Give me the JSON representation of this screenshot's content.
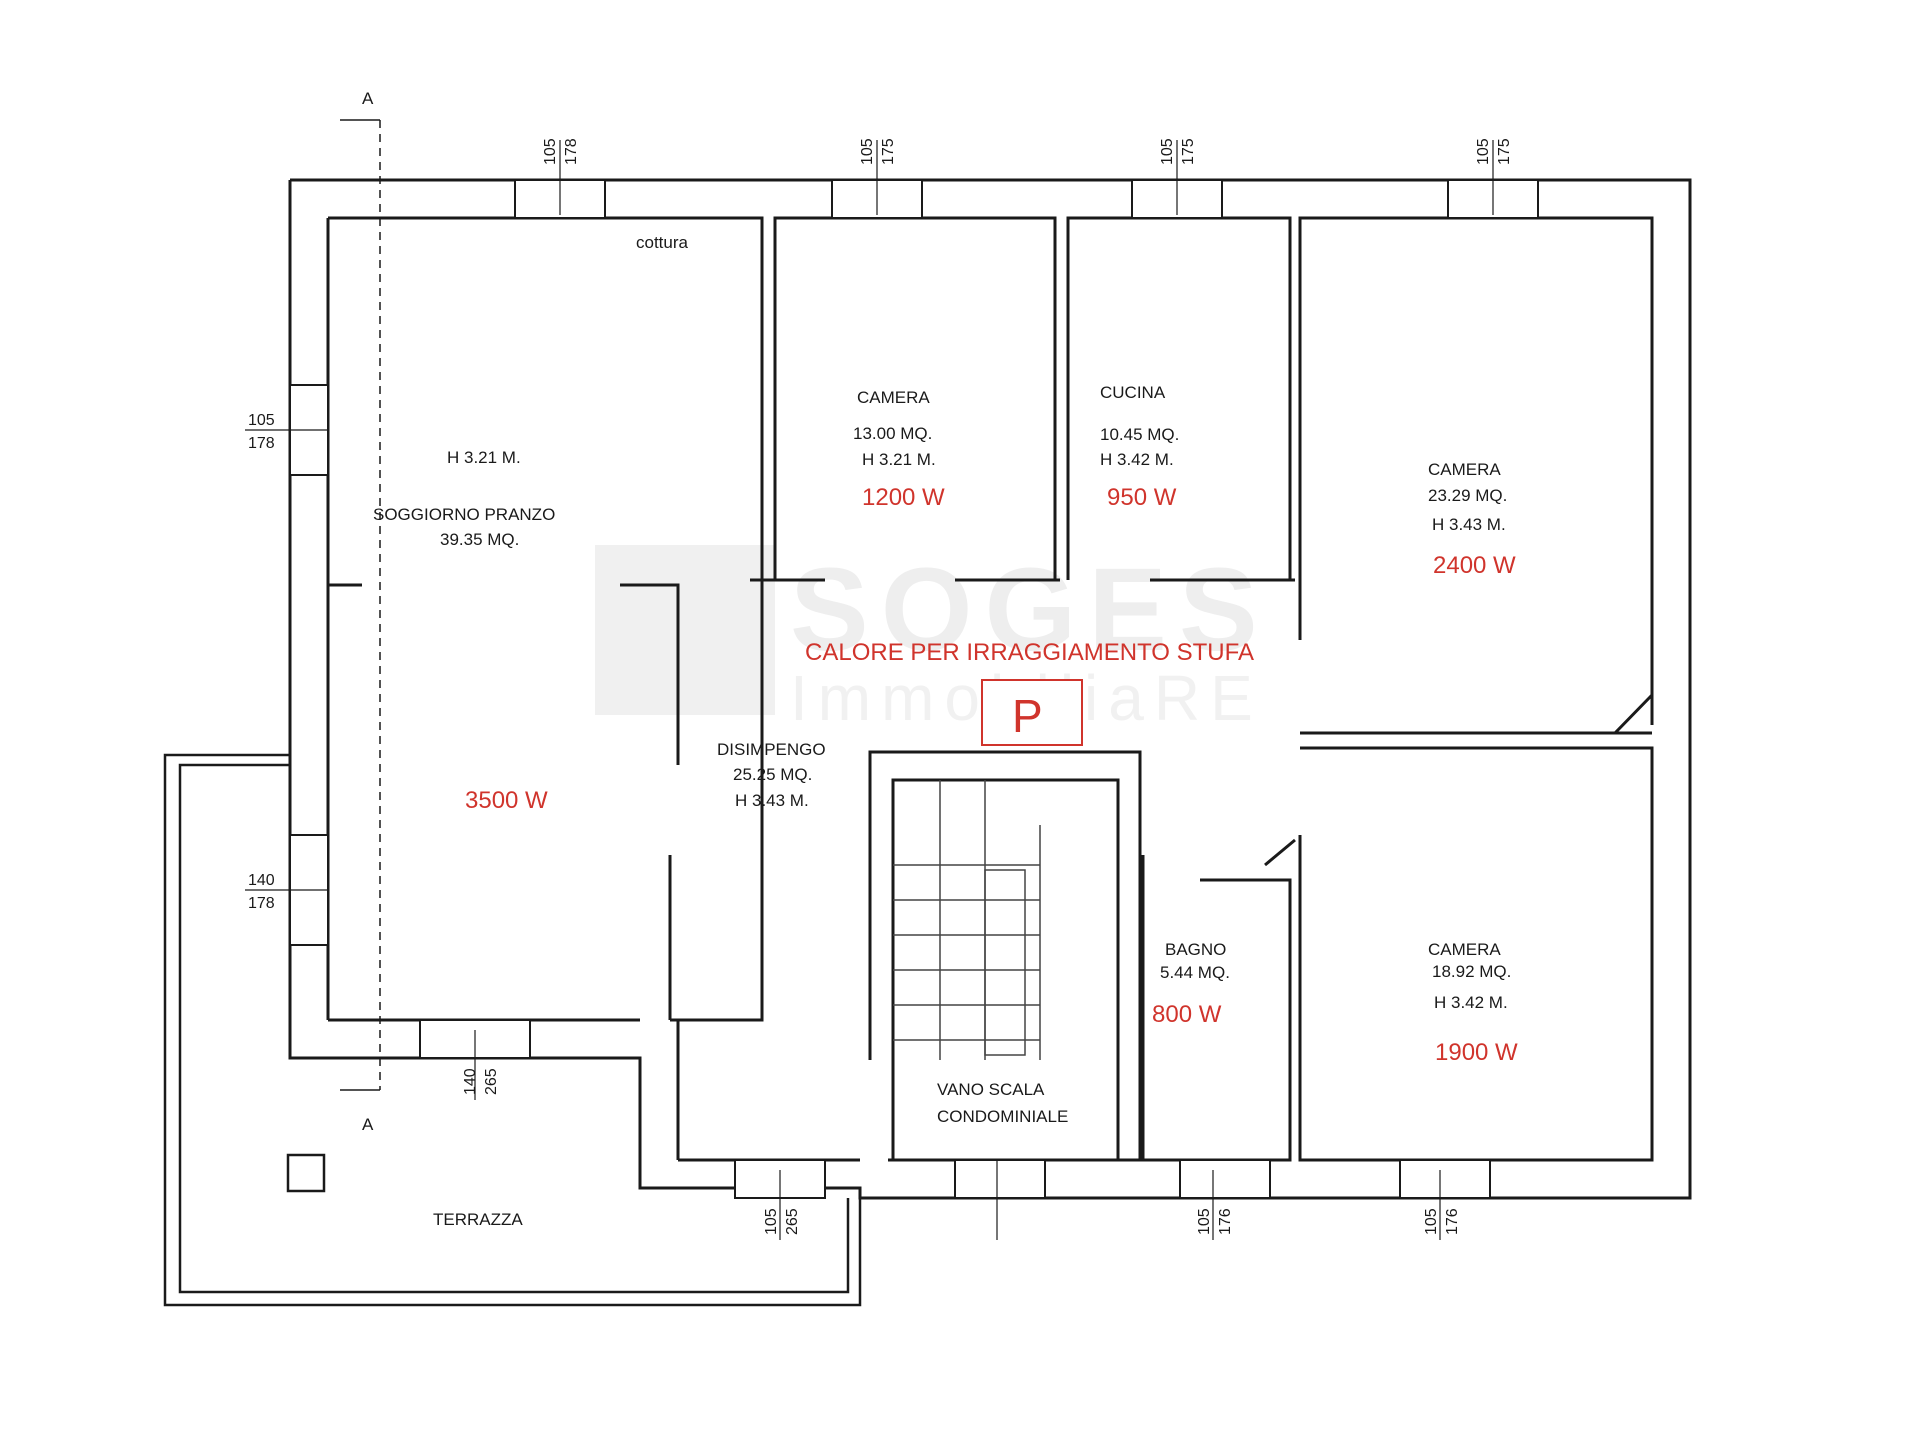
{
  "watermark": {
    "brand": "SOGES",
    "sub": "ImmobiliaRE"
  },
  "section_marker": {
    "top": "A",
    "bottom": "A"
  },
  "cottura": "cottura",
  "rooms": {
    "soggiorno": {
      "height": "H 3.21 M.",
      "name": "SOGGIORNO PRANZO",
      "area": "39.35 MQ.",
      "power": "3500 W"
    },
    "camera1": {
      "name": "CAMERA",
      "area": "13.00 MQ.",
      "height": "H 3.21 M.",
      "power": "1200 W"
    },
    "cucina": {
      "name": "CUCINA",
      "area": "10.45 MQ.",
      "height": "H 3.42 M.",
      "power": "950 W"
    },
    "camera2": {
      "name": "CAMERA",
      "area": "23.29 MQ.",
      "height": "H 3.43 M.",
      "power": "2400 W"
    },
    "disimpegno": {
      "name": "DISIMPENGO",
      "area": "25.25 MQ.",
      "height": "H 3.43 M."
    },
    "bagno": {
      "name": "BAGNO",
      "area": "5.44 MQ.",
      "power": "800 W"
    },
    "camera3": {
      "name": "CAMERA",
      "area": "18.92 MQ.",
      "height": "H 3.42 M.",
      "power": "1900 W"
    },
    "vano": {
      "line1": "VANO SCALA",
      "line2": "CONDOMINIALE"
    },
    "terrazza": {
      "name": "TERRAZZA"
    }
  },
  "heating_note": "CALORE PER IRRAGGIAMENTO STUFA",
  "stove_symbol": "P",
  "openings": {
    "top1": {
      "a": "105",
      "b": "178"
    },
    "top2": {
      "a": "105",
      "b": "175"
    },
    "top3": {
      "a": "105",
      "b": "175"
    },
    "top4": {
      "a": "105",
      "b": "175"
    },
    "left1": {
      "a": "105",
      "b": "178"
    },
    "left2": {
      "a": "140",
      "b": "178"
    },
    "bottom1": {
      "a": "140",
      "b": "265"
    },
    "bottom2": {
      "a": "105",
      "b": "265"
    },
    "bottom3": {
      "a": "105",
      "b": "176"
    },
    "bottom4": {
      "a": "105",
      "b": "176"
    }
  },
  "colors": {
    "accent_red": "#d0342c",
    "wall": "#1a1a1a"
  }
}
